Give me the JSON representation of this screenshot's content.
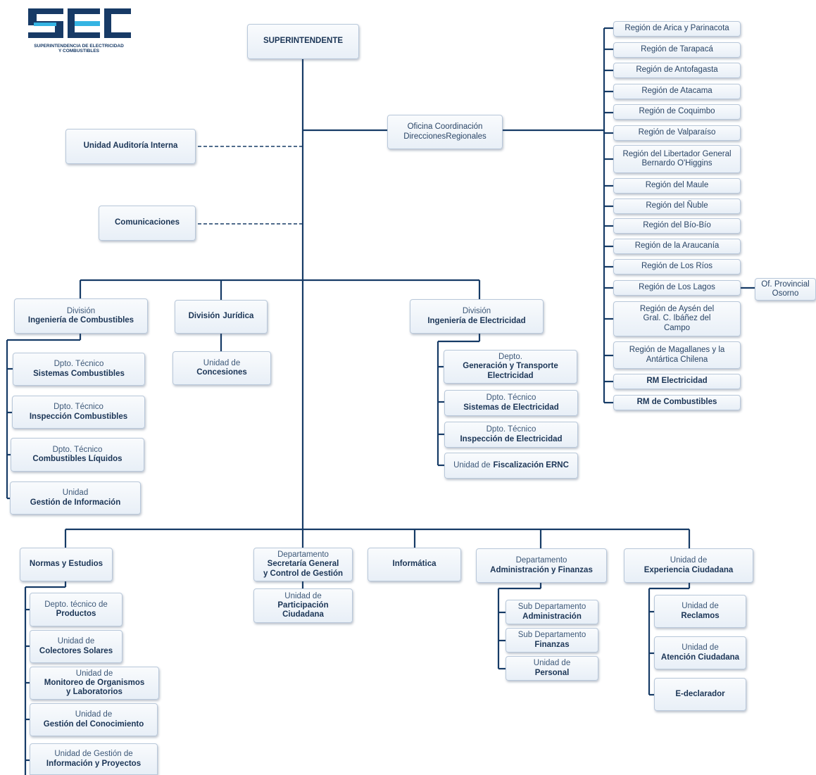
{
  "logo": {
    "acronym": "SEC",
    "subtitle_line1": "SUPERINTENDENCIA DE ELECTRICIDAD",
    "subtitle_line2": "Y COMBUSTIBLES"
  },
  "top": {
    "superintendente": "SUPERINTENDENTE",
    "auditoria": "Unidad Auditoría Interna",
    "comunicaciones": "Comunicaciones",
    "oficina_l1": "Oficina Coordinación",
    "oficina_l2": "DireccionesRegionales"
  },
  "regions": [
    "Región de Arica y Parinacota",
    "Región de Tarapacá",
    "Región de Antofagasta",
    "Región de Atacama",
    "Región de Coquimbo",
    "Región de Valparaíso",
    [
      "Región del Libertador General",
      "Bernardo O'Higgins"
    ],
    "Región del Maule",
    "Región del Ñuble",
    "Región del Bío-Bío",
    "Región de la Araucanía",
    "Región de Los Ríos",
    "Región de Los Lagos",
    [
      "Región de Aysén del",
      "Gral. C. Ibáñez del",
      "Campo"
    ],
    [
      "Región de Magallanes y la",
      "Antártica Chilena"
    ],
    "RM Electricidad",
    "RM de Combustibles"
  ],
  "osorno": [
    "Of. Provincial",
    "Osorno"
  ],
  "div_combustibles": {
    "label_l1": "División",
    "label_l2": "Ingeniería de Combustibles",
    "children": [
      [
        "Dpto. Técnico",
        "Sistemas Combustibles"
      ],
      [
        "Dpto. Técnico",
        "Inspección Combustibles"
      ],
      [
        "Dpto. Técnico",
        "Combustibles Líquidos"
      ],
      [
        "Unidad",
        "Gestión de Información"
      ]
    ]
  },
  "div_juridica": {
    "label_l1": "División",
    "label_l2": "Jurídica",
    "child": [
      "Unidad de",
      "Concesiones"
    ]
  },
  "div_electricidad": {
    "label_l1": "División",
    "label_l2": "Ingeniería de Electricidad",
    "children": [
      [
        "Depto.",
        "Generación  y Transporte",
        "Electricidad"
      ],
      [
        "Dpto. Técnico",
        "Sistemas de Electricidad"
      ],
      [
        "Dpto. Técnico",
        "Inspección de Electricidad"
      ],
      [
        "Unidad de",
        "Fiscalización ERNC"
      ]
    ]
  },
  "bottom": {
    "normas": "Normas y Estudios",
    "normas_children": [
      [
        "Depto. técnico de",
        "Productos"
      ],
      [
        "Unidad de",
        "Colectores Solares"
      ],
      [
        "Unidad de",
        "Monitoreo de Organismos",
        "y Laboratorios"
      ],
      [
        "Unidad de",
        "Gestión del Conocimiento"
      ],
      [
        "Unidad de Gestión de",
        "Información y Proyectos"
      ]
    ],
    "secretaria": [
      "Departamento",
      "Secretaría General",
      "y Control de Gestión"
    ],
    "participacion": [
      "Unidad de",
      "Participación",
      "Ciudadana"
    ],
    "informatica": "Informática",
    "administracion": [
      "Departamento",
      "Administración  y Finanzas"
    ],
    "admin_children": [
      [
        "Sub Departamento",
        "Administración"
      ],
      [
        "Sub Departamento",
        "Finanzas"
      ],
      [
        "Unidad de",
        "Personal"
      ]
    ],
    "experiencia": [
      "Unidad de",
      "Experiencia Ciudadana"
    ],
    "experiencia_children": [
      [
        "Unidad de",
        "Reclamos"
      ],
      [
        "Unidad de",
        "Atención Ciudadana"
      ],
      [
        "E-declarador"
      ]
    ]
  },
  "colors": {
    "line": "#163b66",
    "box_border": "#b9c8da",
    "box_fill_top": "#f9fbfd",
    "box_fill_bottom": "#e8eff7",
    "logo_blue": "#173a66",
    "logo_cyan": "#35b4e3"
  }
}
